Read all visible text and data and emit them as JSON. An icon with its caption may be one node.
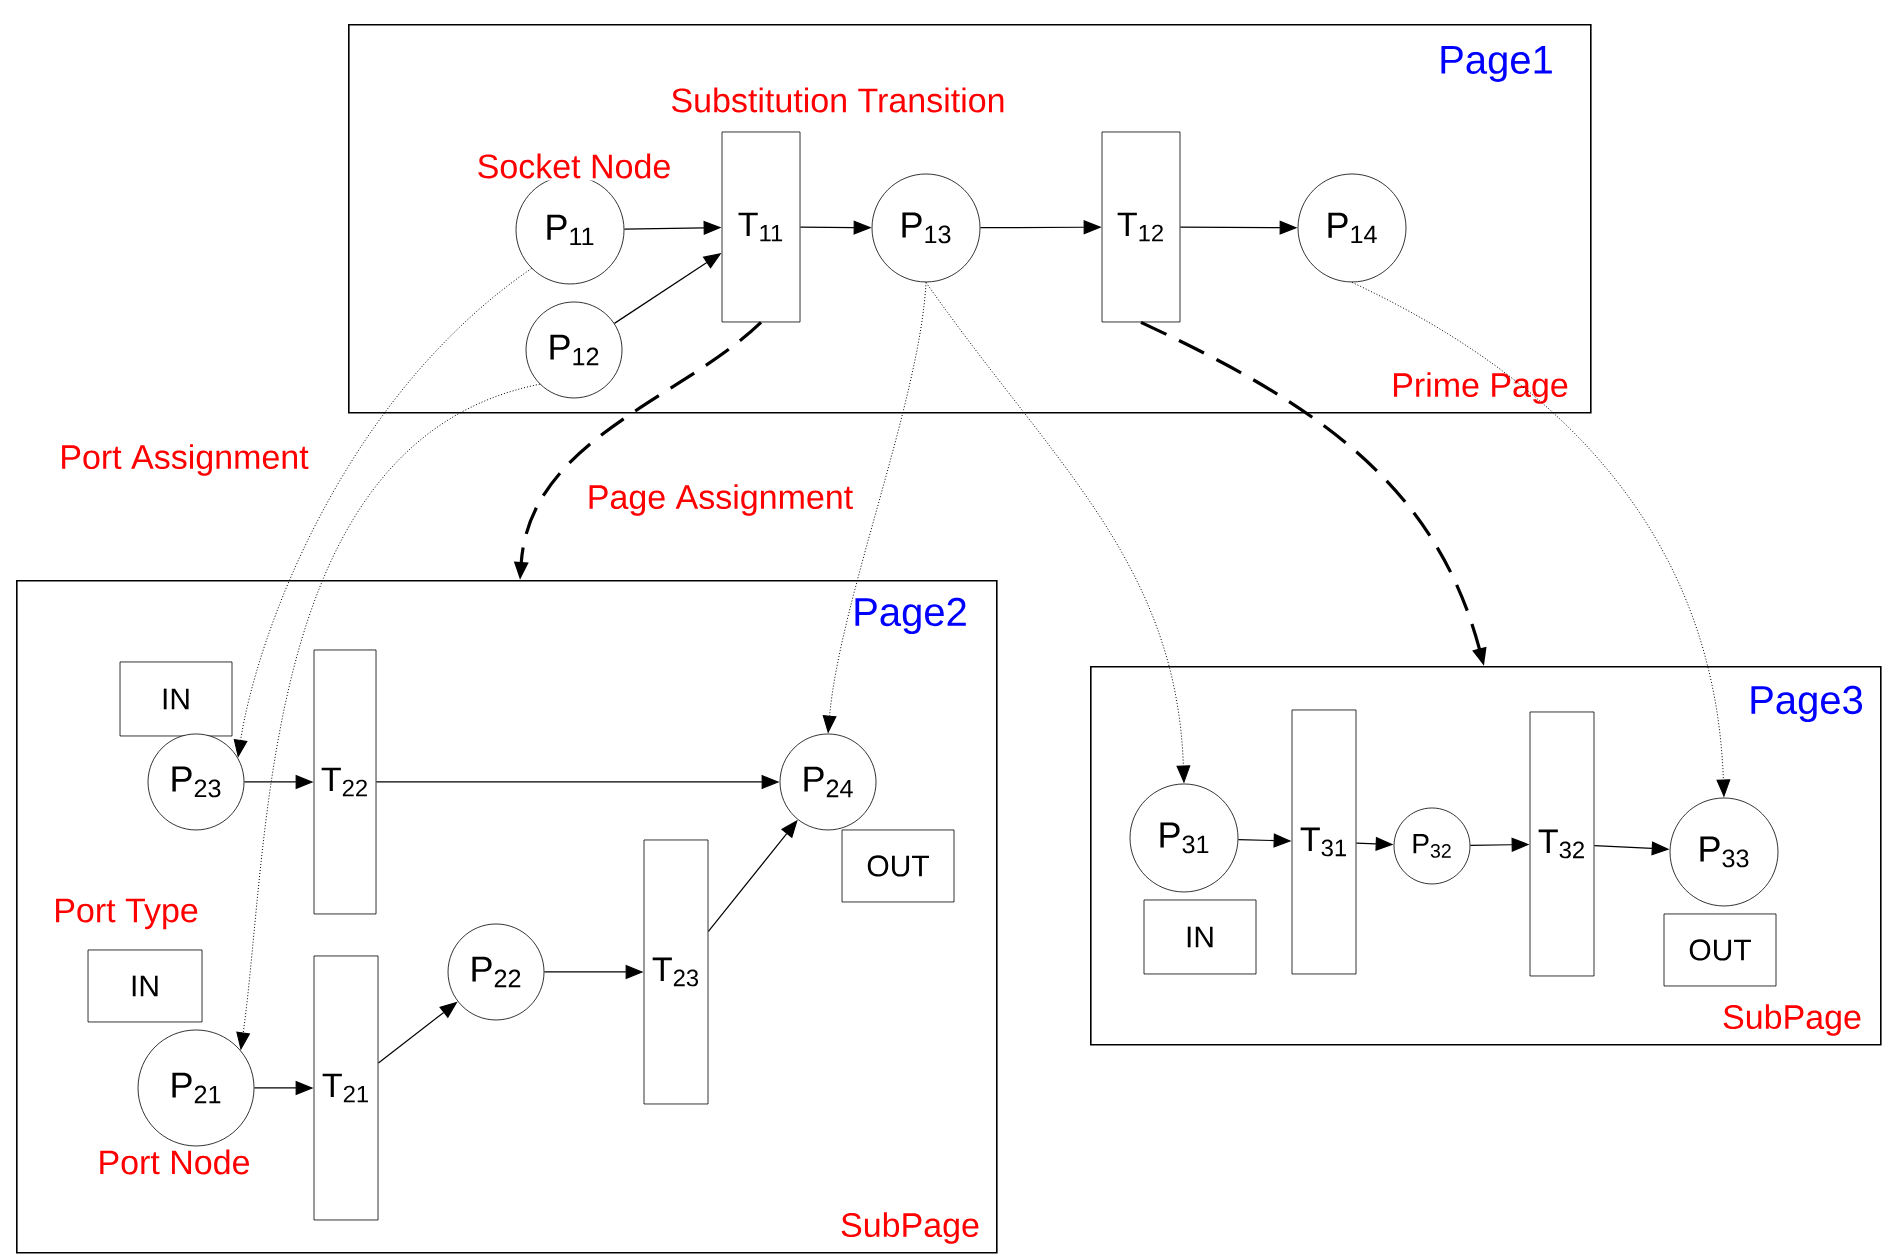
{
  "diagram": {
    "nodes": [
      {
        "text": [
          "Page1",
          "Prime Page"
        ]
      },
      {
        "text": [
          "P$_{11}$"
        ],
        "in": 0
      },
      {
        "text": [
          "P$_{12}$"
        ],
        "in": 0
      },
      {
        "text": [
          "T$_{11}$"
        ],
        "in": 0
      },
      {
        "text": [
          "P$_{13}$"
        ],
        "in": 0
      },
      {
        "text": [
          "T$_{12}$"
        ],
        "in": 0
      },
      {
        "text": [
          "P$_{14}$"
        ],
        "in": 0
      },
      {
        "text": [
          "Page2",
          "SubPage"
        ]
      },
      {
        "text": [
          "IN"
        ],
        "in": 7
      },
      {
        "text": [
          "P$_{23}$"
        ],
        "in": 7
      },
      {
        "text": [
          "T$_{22}$"
        ],
        "in": 7
      },
      {
        "text": [
          "P$_{24}$"
        ],
        "in": 7
      },
      {
        "text": [
          "OUT"
        ],
        "in": 7
      },
      {
        "text": [
          "IN"
        ],
        "in": 7
      },
      {
        "text": [
          "P$_{21}$"
        ],
        "in": 7
      },
      {
        "text": [
          "T$_{21}$"
        ],
        "in": 7
      },
      {
        "text": [
          "P$_{22}$"
        ],
        "in": 7
      },
      {
        "text": [
          "T$_{23}$"
        ],
        "in": 7
      },
      {
        "text": [
          "Page3",
          "SubPage"
        ]
      },
      {
        "text": [
          "P$_{31}$"
        ],
        "in": 18
      },
      {
        "text": [
          "IN"
        ],
        "in": 18
      },
      {
        "text": [
          "T$_{31}$"
        ],
        "in": 18
      },
      {
        "text": [
          "P$_{32}$"
        ],
        "in": 18
      },
      {
        "text": [
          "T$_{32}$"
        ],
        "in": 18
      },
      {
        "text": [
          "P$_{33}$"
        ],
        "in": 18
      },
      {
        "text": [
          "OUT"
        ],
        "in": 18
      }
    ],
    "edges": [
      {
        "from": 1,
        "to": 3,
        "arrow": "to"
      },
      {
        "from": 2,
        "to": 3,
        "arrow": "to"
      },
      {
        "from": 3,
        "to": 4,
        "arrow": "to"
      },
      {
        "from": 4,
        "to": 5,
        "arrow": "to"
      },
      {
        "from": 5,
        "to": 6,
        "arrow": "to"
      },
      {
        "from": 1,
        "to": 9,
        "arrow": "to",
        "style": "dashed"
      },
      {
        "from": 2,
        "to": 14,
        "arrow": "to",
        "style": "dashed"
      },
      {
        "from": 4,
        "to": 11,
        "arrow": "to",
        "style": "dashed"
      },
      {
        "from": 4,
        "to": 19,
        "arrow": "to",
        "style": "dashed"
      },
      {
        "from": 6,
        "to": 24,
        "arrow": "to",
        "style": "dashed"
      },
      {
        "from": 3,
        "to": 7,
        "arrow": "to",
        "style": "dashed"
      },
      {
        "from": 5,
        "to": 18,
        "arrow": "to",
        "style": "dashed"
      },
      {
        "from": 9,
        "to": 10,
        "arrow": "to"
      },
      {
        "from": 10,
        "to": 11,
        "arrow": "to"
      },
      {
        "from": 14,
        "to": 15,
        "arrow": "to"
      },
      {
        "from": 15,
        "to": 16,
        "arrow": "to"
      },
      {
        "from": 16,
        "to": 17,
        "arrow": "to"
      },
      {
        "from": 17,
        "to": 11,
        "arrow": "to"
      },
      {
        "from": 19,
        "to": 21,
        "arrow": "to"
      },
      {
        "from": 21,
        "to": 22,
        "arrow": "to"
      },
      {
        "from": 22,
        "to": 23,
        "arrow": "to"
      },
      {
        "from": 23,
        "to": 24,
        "arrow": "to"
      }
    ],
    "labels": [
      "Substitution Transition",
      "Socket Node",
      "Port Assignment",
      "Page Assignment",
      "Port Type",
      "Port Node"
    ]
  }
}
